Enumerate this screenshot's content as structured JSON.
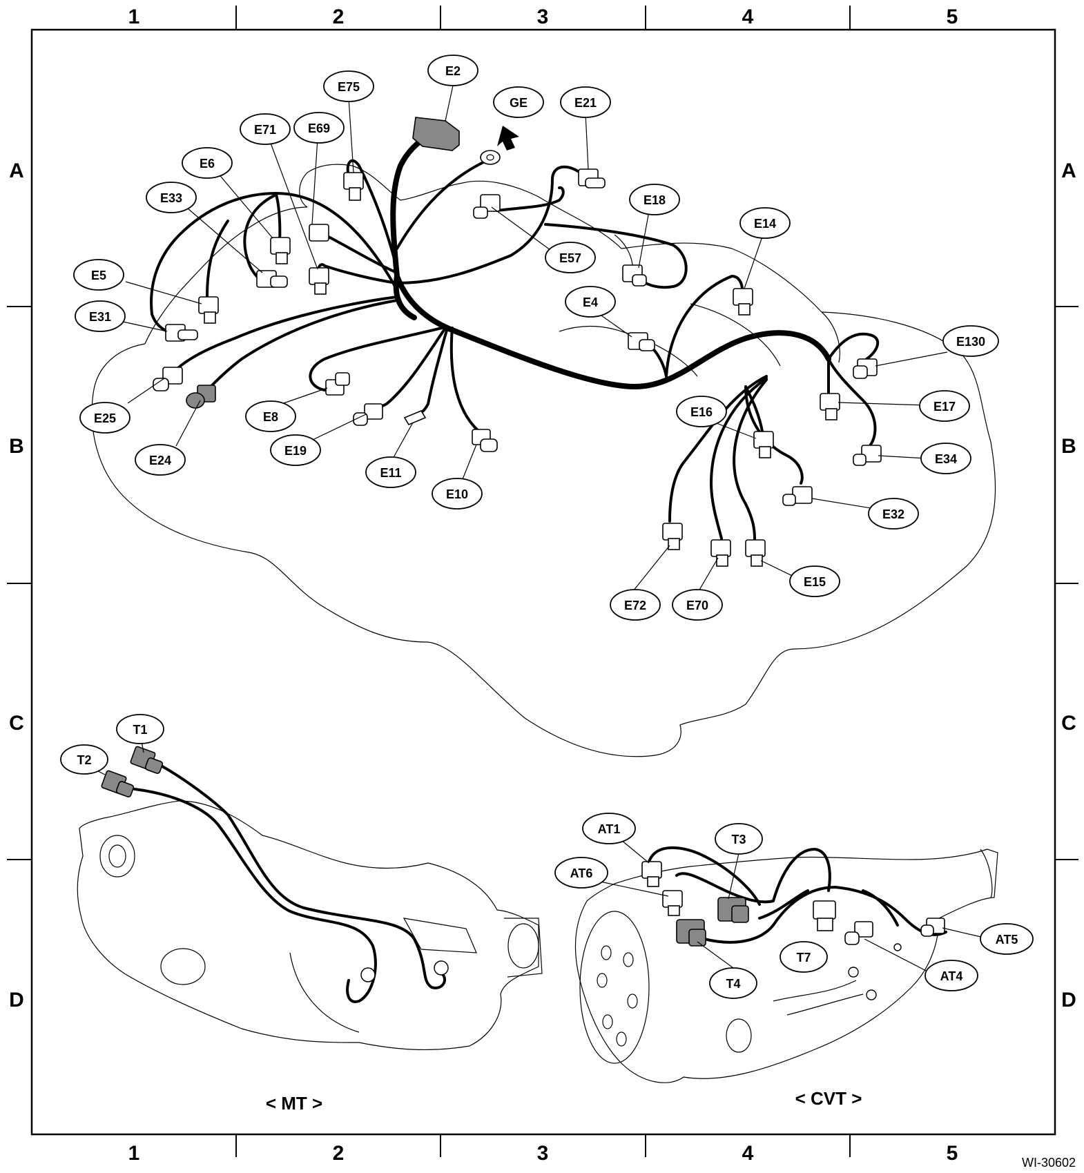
{
  "grid": {
    "columns": [
      "1",
      "2",
      "3",
      "4",
      "5"
    ],
    "rows": [
      "A",
      "B",
      "C",
      "D"
    ]
  },
  "captions": {
    "mt": "< MT >",
    "cvt": "< CVT >"
  },
  "figure_code": "WI-30602",
  "connectors": [
    {
      "id": "E2"
    },
    {
      "id": "GE"
    },
    {
      "id": "E75"
    },
    {
      "id": "E21"
    },
    {
      "id": "E71"
    },
    {
      "id": "E69"
    },
    {
      "id": "E6"
    },
    {
      "id": "E18"
    },
    {
      "id": "E33"
    },
    {
      "id": "E14"
    },
    {
      "id": "E57"
    },
    {
      "id": "E5"
    },
    {
      "id": "E4"
    },
    {
      "id": "E31"
    },
    {
      "id": "E130"
    },
    {
      "id": "E17"
    },
    {
      "id": "E25"
    },
    {
      "id": "E8"
    },
    {
      "id": "E16"
    },
    {
      "id": "E19"
    },
    {
      "id": "E24"
    },
    {
      "id": "E34"
    },
    {
      "id": "E11"
    },
    {
      "id": "E10"
    },
    {
      "id": "E32"
    },
    {
      "id": "E15"
    },
    {
      "id": "E72"
    },
    {
      "id": "E70"
    },
    {
      "id": "T1"
    },
    {
      "id": "T2"
    },
    {
      "id": "AT1"
    },
    {
      "id": "T3"
    },
    {
      "id": "AT6"
    },
    {
      "id": "AT5"
    },
    {
      "id": "T7"
    },
    {
      "id": "T4"
    },
    {
      "id": "AT4"
    }
  ]
}
